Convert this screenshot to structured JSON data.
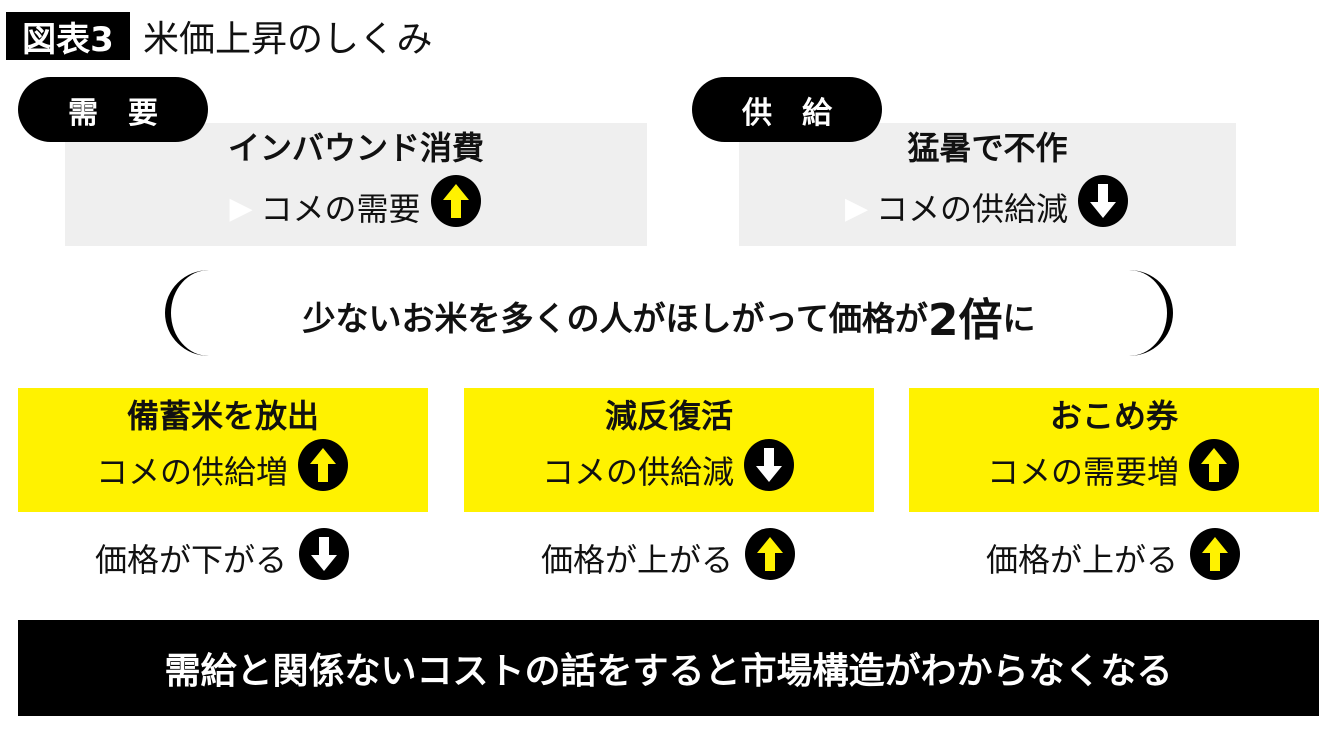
{
  "header": {
    "figure_label": "図表3",
    "title": "米価上昇のしくみ"
  },
  "demand": {
    "tag": "需　要",
    "line1": "インバウンド消費",
    "line2": "コメの需要",
    "arrow": "up"
  },
  "supply": {
    "tag": "供　給",
    "line1": "猛暑で不作",
    "line2": "コメの供給減",
    "arrow": "down"
  },
  "center": {
    "text_before": "少ないお米を多くの人がほしがって価格が",
    "emphasis": "2倍",
    "text_after": "に"
  },
  "policies": [
    {
      "title": "備蓄米を放出",
      "effect": "コメの供給増",
      "effect_arrow": "up",
      "price": "価格が下がる",
      "price_arrow": "down"
    },
    {
      "title": "減反復活",
      "effect": "コメの供給減",
      "effect_arrow": "down",
      "price": "価格が上がる",
      "price_arrow": "up"
    },
    {
      "title": "おこめ券",
      "effect": "コメの需要増",
      "effect_arrow": "up",
      "price": "価格が上がる",
      "price_arrow": "up"
    }
  ],
  "footer": "需給と関係ないコストの話をすると市場構造がわからなくなる",
  "colors": {
    "yellow": "#fff200",
    "gray": "#efefef",
    "black": "#000000"
  }
}
